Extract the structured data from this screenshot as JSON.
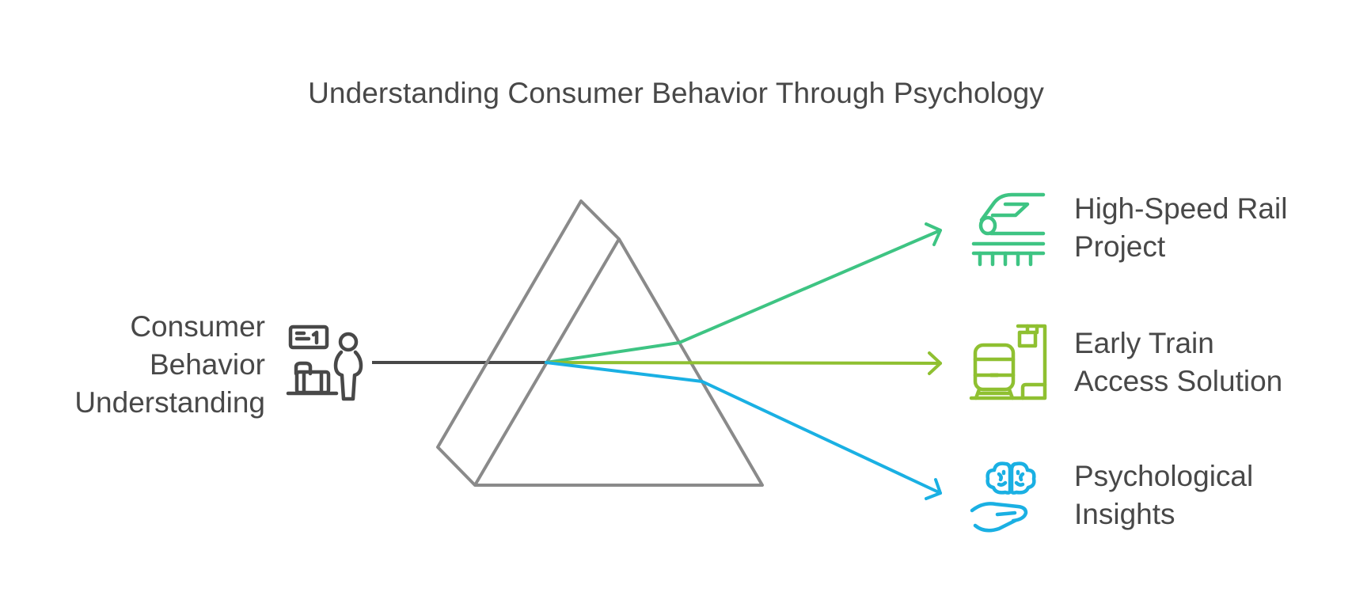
{
  "title": "Understanding Consumer Behavior Through Psychology",
  "source": {
    "label_lines": [
      "Consumer",
      "Behavior",
      "Understanding"
    ],
    "icon": "traveler-with-luggage-icon",
    "color": "#484848"
  },
  "prism": {
    "color": "#8a8a8a"
  },
  "outputs": [
    {
      "label_lines": [
        "High-Speed Rail",
        "Project"
      ],
      "icon": "high-speed-train-icon",
      "color": "#3ec483"
    },
    {
      "label_lines": [
        "Early Train",
        "Access Solution"
      ],
      "icon": "train-station-icon",
      "color": "#8fc031"
    },
    {
      "label_lines": [
        "Psychological",
        "Insights"
      ],
      "icon": "brain-in-hand-icon",
      "color": "#1ab0e3"
    }
  ]
}
